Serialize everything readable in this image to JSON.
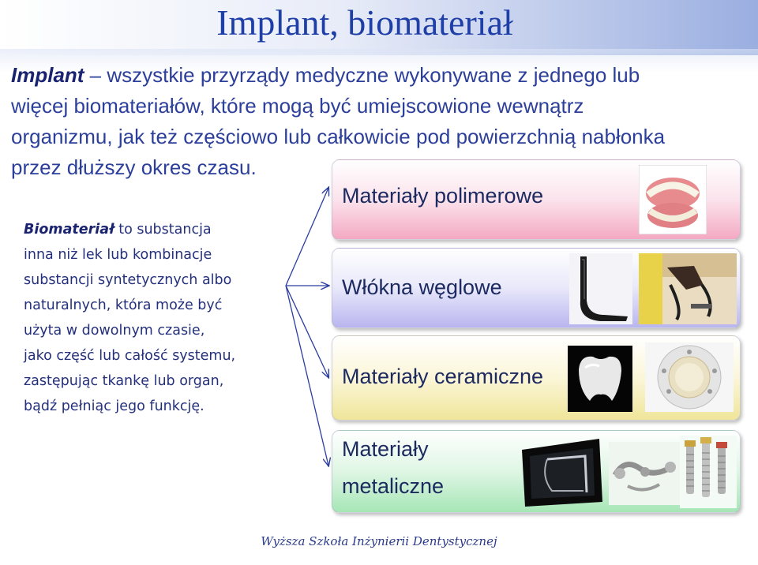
{
  "title": "Implant, biomateriał",
  "intro": {
    "term": "Implant",
    "lines": [
      " – wszystkie przyrządy medyczne wykonywane z jednego lub",
      "więcej biomateriałów, które mogą być umiejscowione wewnątrz",
      "organizmu, jak też częściowo lub całkowicie pod powierzchnią nabłonka",
      "przez dłuższy okres czasu."
    ]
  },
  "biomaterial": {
    "term": "Biomateriał",
    "lines": [
      " to substancja",
      "inna niż lek lub kombinacje",
      "substancji syntetycznych albo",
      "naturalnych, która może być",
      "użyta w dowolnym czasie,",
      "jako część lub całość systemu,",
      "zastępując tkankę lub organ,",
      "bądź pełniąc jego funkcję."
    ]
  },
  "categories": {
    "polymer": "Materiały polimerowe",
    "carbon": "Włókna węglowe",
    "ceramic": "Materiały ceramiczne",
    "metal_line1": "Materiały",
    "metal_line2": "metaliczne"
  },
  "images": {
    "polymer": "denture-photo",
    "carbon": [
      "carbon-fiber-prosthesis-photo",
      "running-blade-athlete-photo"
    ],
    "ceramic": [
      "ceramic-crown-photo",
      "ceramic-disc-implant-photo"
    ],
    "metal": [
      "metal-mesh-photo",
      "metal-framework-photo",
      "dental-implant-screws-photo"
    ]
  },
  "footer": "Wyższa Szkoła Inżynierii Dentystycznej",
  "colors": {
    "title": "#1f3fa8",
    "text": "#2c3f9a",
    "polymer_box": "#f4a9c2",
    "carbon_box": "#b9b6ef",
    "ceramic_box": "#efe59a",
    "metal_box": "#a6e6b6"
  }
}
